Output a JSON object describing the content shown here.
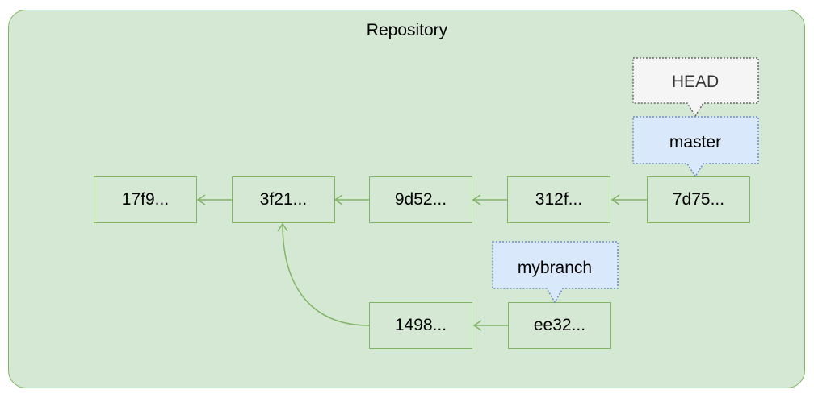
{
  "diagram": {
    "container_title": "Repository",
    "commits": [
      {
        "id": "c1",
        "label": "17f9..."
      },
      {
        "id": "c2",
        "label": "3f21..."
      },
      {
        "id": "c3",
        "label": "9d52..."
      },
      {
        "id": "c4",
        "label": "312f..."
      },
      {
        "id": "c5",
        "label": "7d75..."
      },
      {
        "id": "c6",
        "label": "1498..."
      },
      {
        "id": "c7",
        "label": "ee32..."
      }
    ],
    "parent_links": [
      {
        "from": "c5",
        "to": "c4"
      },
      {
        "from": "c4",
        "to": "c3"
      },
      {
        "from": "c3",
        "to": "c2"
      },
      {
        "from": "c2",
        "to": "c1"
      },
      {
        "from": "c7",
        "to": "c6"
      },
      {
        "from": "c6",
        "to": "c2"
      }
    ],
    "refs": [
      {
        "id": "head",
        "label": "HEAD",
        "points_to": "master",
        "style": "gray"
      },
      {
        "id": "master",
        "label": "master",
        "points_to": "c5",
        "style": "blue"
      },
      {
        "id": "mybranch",
        "label": "mybranch",
        "points_to": "c7",
        "style": "blue"
      }
    ],
    "colors": {
      "container_fill": "#d5e8d4",
      "container_stroke": "#82b366",
      "branch_fill": "#dae8fc",
      "branch_stroke": "#6c8ebf",
      "head_fill": "#f5f5f5",
      "head_stroke": "#666666"
    }
  }
}
